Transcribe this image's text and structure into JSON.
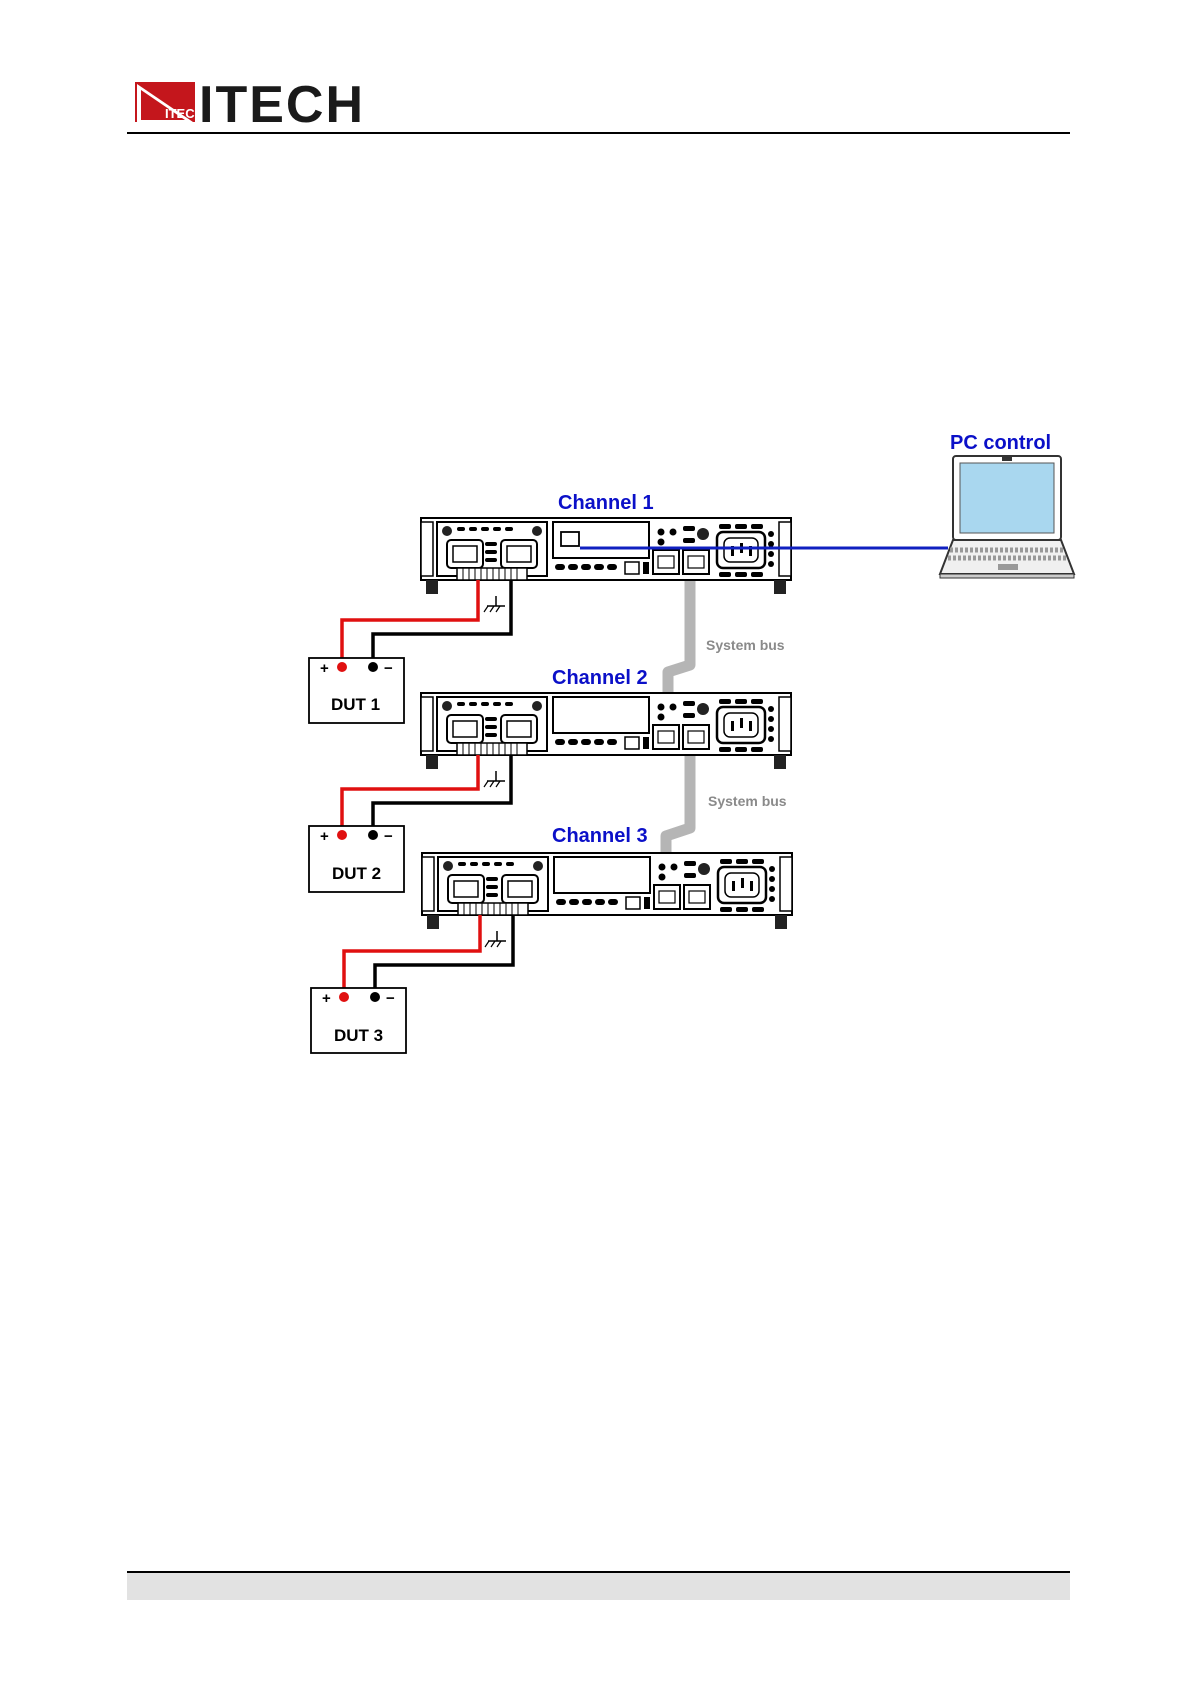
{
  "header": {
    "brand": "ITECH",
    "logo_mark_text": "ITECH",
    "brand_color": "#c4161c"
  },
  "diagram": {
    "pc_label": "PC control",
    "channels": [
      {
        "label": "Channel 1"
      },
      {
        "label": "Channel 2"
      },
      {
        "label": "Channel 3"
      }
    ],
    "system_bus_label": "System bus",
    "duts": [
      {
        "label": "DUT 1",
        "plus": "+",
        "minus": "−"
      },
      {
        "label": "DUT 2",
        "plus": "+",
        "minus": "−"
      },
      {
        "label": "DUT 3",
        "plus": "+",
        "minus": "−"
      }
    ],
    "colors": {
      "label_blue": "#0b10c8",
      "pc_link": "#1020c0",
      "positive_wire": "#e01010",
      "negative_wire": "#000000",
      "system_bus": "#b5b5b5"
    },
    "icons": [
      "laptop-icon",
      "instrument-rear-panel-icon",
      "ground-symbol-icon"
    ]
  }
}
